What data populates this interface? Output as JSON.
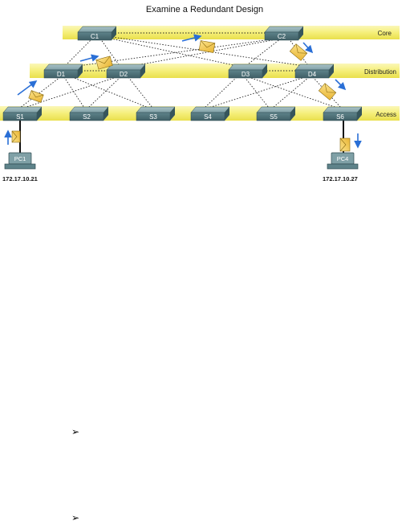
{
  "title": "Examine a Redundant Design",
  "layers": [
    {
      "label": "Core"
    },
    {
      "label": "Distribution"
    },
    {
      "label": "Access"
    }
  ],
  "switches": {
    "core": [
      "C1",
      "C2"
    ],
    "distribution": [
      "D1",
      "D2",
      "D3",
      "D4"
    ],
    "access": [
      "S1",
      "S2",
      "S3",
      "S4",
      "S5",
      "S6"
    ]
  },
  "pcs": [
    {
      "label": "PC1",
      "ip": "172.17.10.21"
    },
    {
      "label": "PC4",
      "ip": "172.17.10.27"
    }
  ],
  "bullet_glyph": "➢",
  "colors": {
    "band": "#f5ef7a",
    "switch_top": "#7fa0a6",
    "switch_front": "#4f7279",
    "envelope": "#f0c445",
    "arrow": "#2a6fd6"
  }
}
